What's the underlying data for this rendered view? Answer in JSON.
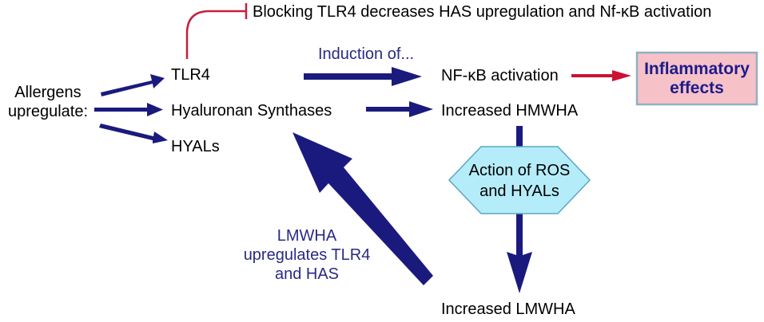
{
  "labels": {
    "blocking": "Blocking TLR4 decreases HAS upregulation and Nf-κB activation",
    "allergens_line1": "Allergens",
    "allergens_line2": "upregulate:",
    "tlr4": "TLR4",
    "hyaluronan_synthases": "Hyaluronan Synthases",
    "hyals": "HYALs",
    "induction": "Induction of...",
    "nfkb": "NF-κB activation",
    "increased_hmwha": "Increased HMWHA",
    "inflammatory_line1": "Inflammatory",
    "inflammatory_line2": "effects",
    "ros_line1": "Action of ROS",
    "ros_line2": "and HYALs",
    "lmwha_line1": "LMWHA",
    "lmwha_line2": "upregulates TLR4",
    "lmwha_line3": "and HAS",
    "increased_lmwha": "Increased LMWHA"
  },
  "colors": {
    "arrow_navy": "#1a1a7e",
    "arrow_red": "#cc1133",
    "inhibit_red": "#c81e3c",
    "inflammatory_fill": "#f7c1c8",
    "inflammatory_border": "#8fb0c4",
    "hexagon_fill": "#b5ecf9",
    "hexagon_border": "#5aa7c6",
    "text_blue": "#2a2a86"
  }
}
